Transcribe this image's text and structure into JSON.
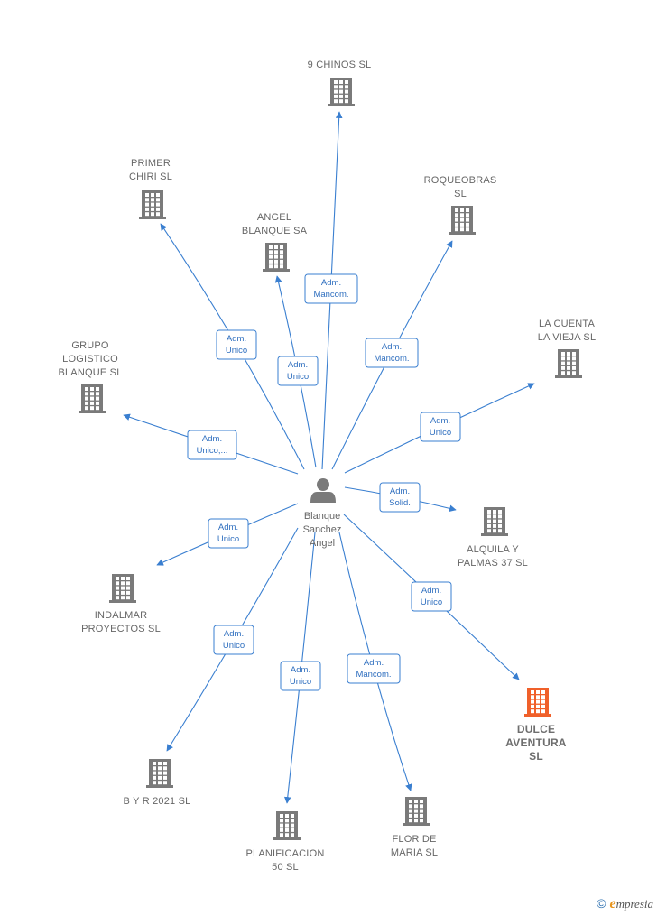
{
  "center": {
    "label_lines": [
      "Blanque",
      "Sanchez",
      "Angel"
    ],
    "icon": "person-icon"
  },
  "companies": [
    {
      "id": "9-chinos",
      "label_lines": [
        "9 CHINOS SL"
      ],
      "role_lines": [
        "Adm.",
        "Mancom."
      ],
      "highlight": false
    },
    {
      "id": "primer-chiri",
      "label_lines": [
        "PRIMER",
        "CHIRI  SL"
      ],
      "role_lines": [
        "Adm.",
        "Unico"
      ],
      "highlight": false
    },
    {
      "id": "angel-blanque",
      "label_lines": [
        "ANGEL",
        "BLANQUE SA"
      ],
      "role_lines": [
        "Adm.",
        "Unico"
      ],
      "highlight": false
    },
    {
      "id": "roqueobras",
      "label_lines": [
        "ROQUEOBRAS",
        "SL"
      ],
      "role_lines": [
        "Adm.",
        "Mancom."
      ],
      "highlight": false
    },
    {
      "id": "la-cuenta",
      "label_lines": [
        "LA CUENTA",
        "LA VIEJA  SL"
      ],
      "role_lines": [
        "Adm.",
        "Unico"
      ],
      "highlight": false
    },
    {
      "id": "grupo-logistico",
      "label_lines": [
        "GRUPO",
        "LOGISTICO",
        "BLANQUE  SL"
      ],
      "role_lines": [
        "Adm.",
        "Unico,..."
      ],
      "highlight": false
    },
    {
      "id": "alquila",
      "label_lines": [
        "ALQUILA Y",
        "PALMAS 37  SL"
      ],
      "role_lines": [
        "Adm.",
        "Solid."
      ],
      "highlight": false
    },
    {
      "id": "indalmar",
      "label_lines": [
        "INDALMAR",
        "PROYECTOS SL"
      ],
      "role_lines": [
        "Adm.",
        "Unico"
      ],
      "highlight": false
    },
    {
      "id": "dulce-aventura",
      "label_lines": [
        "DULCE",
        "AVENTURA",
        "SL"
      ],
      "role_lines": [
        "Adm.",
        "Unico"
      ],
      "highlight": true
    },
    {
      "id": "byr-2021",
      "label_lines": [
        "B Y R 2021  SL"
      ],
      "role_lines": [
        "Adm.",
        "Unico"
      ],
      "highlight": false
    },
    {
      "id": "planificacion",
      "label_lines": [
        "PLANIFICACION",
        "50  SL"
      ],
      "role_lines": [
        "Adm.",
        "Unico"
      ],
      "highlight": false
    },
    {
      "id": "flor-de-maria",
      "label_lines": [
        "FLOR DE",
        "MARIA  SL"
      ],
      "role_lines": [
        "Adm.",
        "Mancom."
      ],
      "highlight": false
    }
  ],
  "colors": {
    "edge": "#3a7fd0",
    "building": "#7a7a7a",
    "building_highlight": "#f0602a",
    "person": "#7a7a7a"
  },
  "watermark": {
    "copyright": "©",
    "brand_initial": "e",
    "brand_rest": "mpresia"
  }
}
